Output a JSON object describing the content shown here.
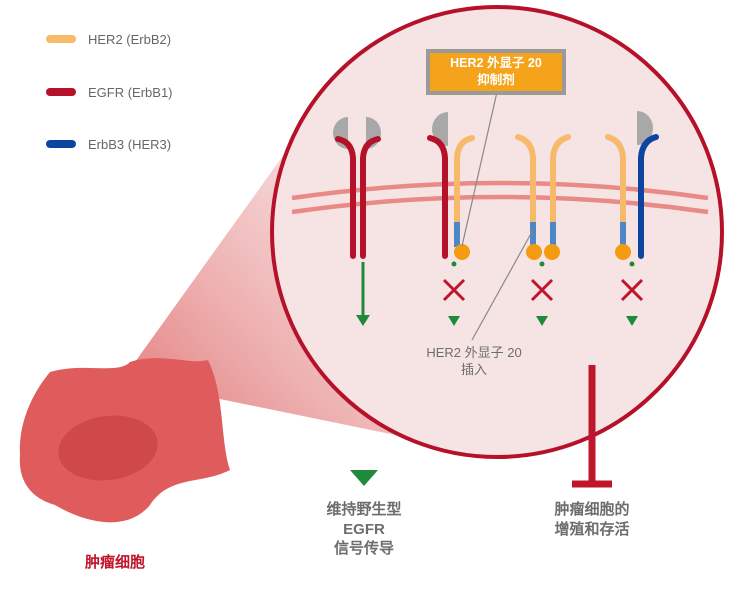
{
  "legend": [
    {
      "label": "HER2 (ErbB2)",
      "color": "#f7b96a",
      "icon": "her2-swatch"
    },
    {
      "label": "EGFR (ErbB1)",
      "color": "#b5122a",
      "icon": "egfr-swatch"
    },
    {
      "label": "ErbB3 (HER3)",
      "color": "#0c44a0",
      "icon": "erbb3-swatch"
    }
  ],
  "callout": {
    "line1": "HER2 外显子 20",
    "line2": "抑制剂"
  },
  "insertion_label": {
    "line1": "HER2 外显子 20",
    "line2": "插入"
  },
  "tumor_label": "肿瘤细胞",
  "wildtype_label": {
    "line1": "维持野生型",
    "line2": "EGFR",
    "line3": "信号传导"
  },
  "survival_label": {
    "line1": "肿瘤细胞的",
    "line2": "增殖和存活"
  },
  "colors": {
    "her2": "#f7b96a",
    "egfr": "#b5122a",
    "erbb3": "#0c44a0",
    "kinase": "#4f86c6",
    "inhibitor": "#f39c12",
    "signal_arrow": "#1f8a3c",
    "block_mark": "#c0162c",
    "membrane": "#e98a87",
    "circle_fill": "#f6e4e4",
    "circle_border": "#b5122a",
    "cell": "#e06060",
    "tumor_text": "#c0162c",
    "text_gray": "#6d6d6d",
    "ligand": "#a8a8a8"
  }
}
